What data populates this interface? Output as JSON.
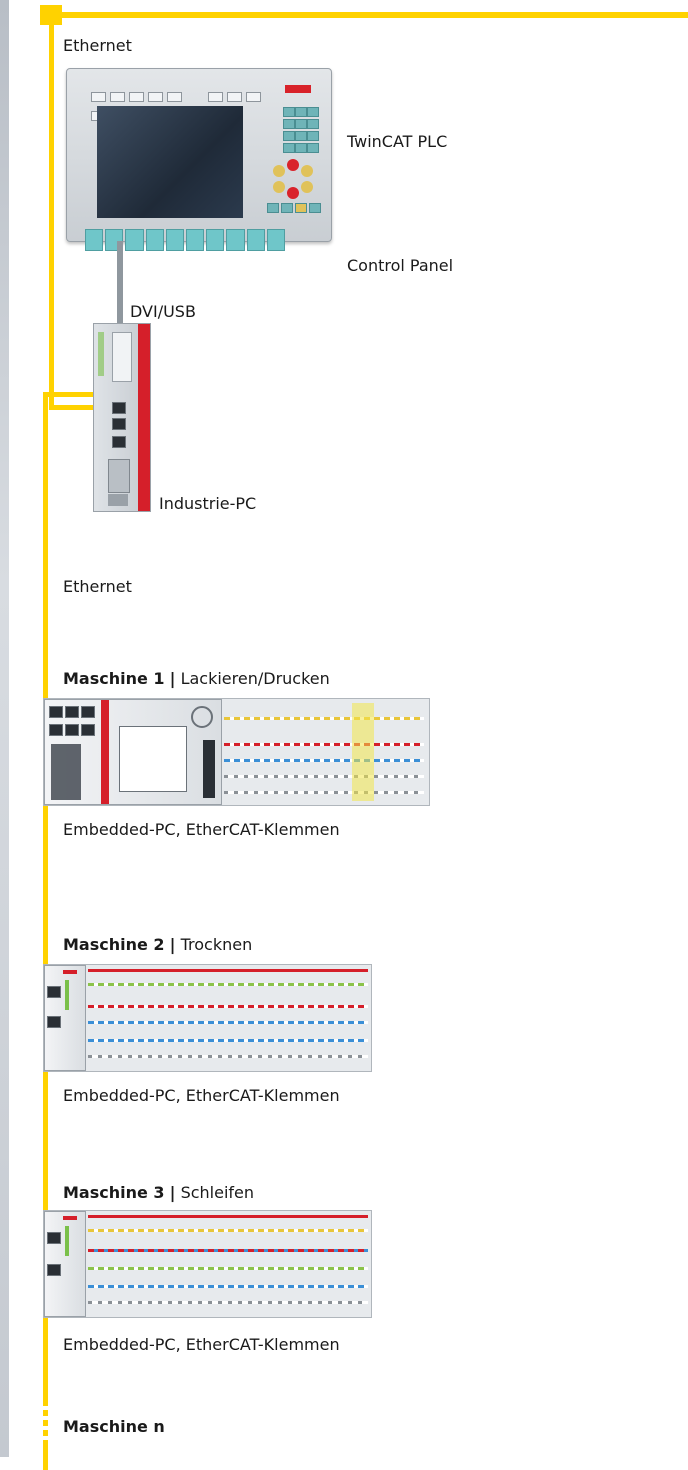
{
  "network": {
    "top_ethernet_label": "Ethernet",
    "mid_ethernet_label": "Ethernet",
    "link_color": "#ffd200"
  },
  "control_panel": {
    "plc_label": "TwinCAT PLC",
    "panel_label": "Control Panel",
    "cable_label": "DVI/USB"
  },
  "industrial_pc": {
    "label": "Industrie-PC"
  },
  "machines": [
    {
      "name": "Maschine 1",
      "separator": "|",
      "task": "Lackieren/Drucken",
      "device_label": "Embedded-PC, EtherCAT-Klemmen"
    },
    {
      "name": "Maschine 2",
      "separator": "|",
      "task": "Trocknen",
      "device_label": "Embedded-PC, EtherCAT-Klemmen"
    },
    {
      "name": "Maschine 3",
      "separator": "|",
      "task": "Schleifen",
      "device_label": "Embedded-PC, EtherCAT-Klemmen"
    },
    {
      "name": "Maschine n"
    }
  ],
  "colors": {
    "accent": "#ffd200",
    "brand_red": "#d51f2a",
    "sidebar": "#c4c9d0"
  }
}
